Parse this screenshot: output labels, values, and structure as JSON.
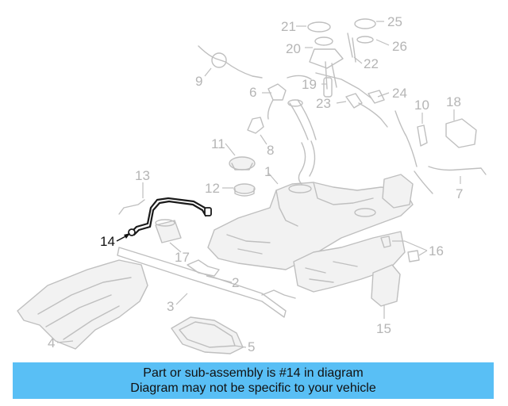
{
  "diagram": {
    "callouts": [
      "1",
      "2",
      "3",
      "4",
      "5",
      "6",
      "7",
      "8",
      "9",
      "10",
      "11",
      "12",
      "13",
      "14",
      "15",
      "16",
      "17",
      "18",
      "19",
      "20",
      "21",
      "22",
      "23",
      "24",
      "25",
      "26"
    ],
    "highlighted_callout": "14"
  },
  "banner": {
    "line1": "Part or sub-assembly is #14 in diagram",
    "line2": "Diagram may not be specific to your vehicle",
    "background": "#59bff5"
  },
  "colors": {
    "ghost_parts": "#bfbfbf",
    "highlighted_part": "#1a1a1a"
  }
}
